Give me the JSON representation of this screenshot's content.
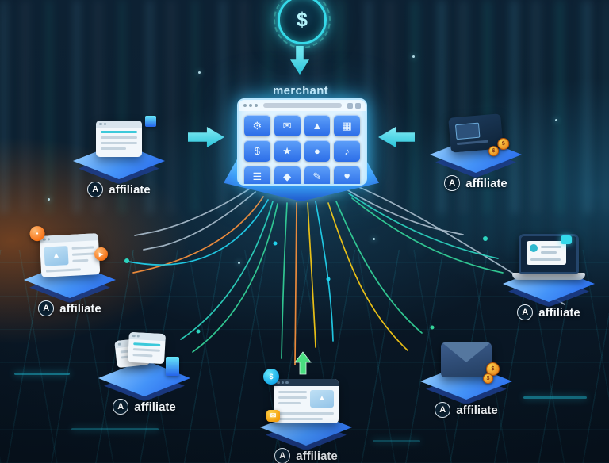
{
  "merchant": {
    "label": "merchant",
    "icons": [
      {
        "name": "gear-icon",
        "glyph": "⚙"
      },
      {
        "name": "mail-icon",
        "glyph": "✉"
      },
      {
        "name": "image-icon",
        "glyph": "▲"
      },
      {
        "name": "grid-icon",
        "glyph": "▦"
      },
      {
        "name": "dollar-icon",
        "glyph": "$"
      },
      {
        "name": "star-icon",
        "glyph": "★"
      },
      {
        "name": "user-icon",
        "glyph": "●"
      },
      {
        "name": "music-icon",
        "glyph": "♪"
      },
      {
        "name": "menu-icon",
        "glyph": "☰"
      },
      {
        "name": "diamond-icon",
        "glyph": "◆"
      },
      {
        "name": "pencil-icon",
        "glyph": "✎"
      },
      {
        "name": "heart-icon",
        "glyph": "♥"
      }
    ]
  },
  "coin": {
    "symbol": "$"
  },
  "affiliates": [
    {
      "badge": "A",
      "label": "affiliate"
    },
    {
      "badge": "A",
      "label": "affiliate"
    },
    {
      "badge": "A",
      "label": "affiliate"
    },
    {
      "badge": "A",
      "label": "affiliate"
    },
    {
      "badge": "A",
      "label": "affiliate"
    },
    {
      "badge": "A",
      "label": "affiliate"
    },
    {
      "badge": "A",
      "label": "affiliate"
    }
  ],
  "badges": {
    "play": "▶",
    "mail": "✉",
    "dollar": "$",
    "dot": "•",
    "mountain": "▲"
  },
  "colors": {
    "accent_teal": "#2dd4bf",
    "platform_blue": "#3b82f6",
    "line_gray": "#a9bccb",
    "line_green": "#34d399",
    "line_orange": "#fb923c",
    "line_yellow": "#facc15",
    "glow_orange": "#f97316",
    "bg_dark": "#0a1a2a"
  }
}
